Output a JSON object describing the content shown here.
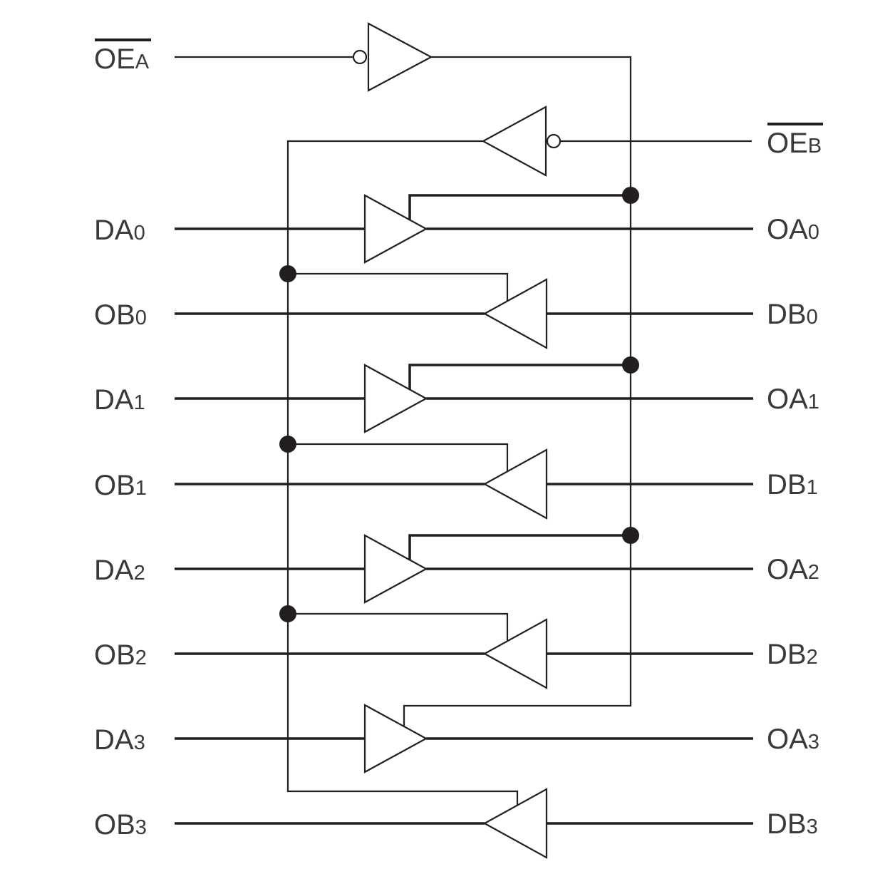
{
  "diagram": {
    "type": "logic-schematic",
    "description": "4-bit bidirectional tri-state buffer",
    "enables": [
      {
        "id": "oea",
        "main": "OE",
        "sub": "A",
        "active_low": true,
        "drives": "A-direction buffers"
      },
      {
        "id": "oeb",
        "main": "OE",
        "sub": "B",
        "active_low": true,
        "drives": "B-direction buffers"
      }
    ],
    "left_pins": [
      {
        "main": "DA",
        "sub": "0"
      },
      {
        "main": "OB",
        "sub": "0"
      },
      {
        "main": "DA",
        "sub": "1"
      },
      {
        "main": "OB",
        "sub": "1"
      },
      {
        "main": "DA",
        "sub": "2"
      },
      {
        "main": "OB",
        "sub": "2"
      },
      {
        "main": "DA",
        "sub": "3"
      },
      {
        "main": "OB",
        "sub": "3"
      }
    ],
    "right_pins": [
      {
        "main": "OA",
        "sub": "0"
      },
      {
        "main": "DB",
        "sub": "0"
      },
      {
        "main": "OA",
        "sub": "1"
      },
      {
        "main": "DB",
        "sub": "1"
      },
      {
        "main": "OA",
        "sub": "2"
      },
      {
        "main": "DB",
        "sub": "2"
      },
      {
        "main": "OA",
        "sub": "3"
      },
      {
        "main": "DB",
        "sub": "3"
      }
    ],
    "buffers": [
      {
        "name": "buffer-a0",
        "input": "DA0",
        "output": "OA0",
        "direction": "right",
        "enable": "OEA"
      },
      {
        "name": "buffer-b0",
        "input": "DB0",
        "output": "OB0",
        "direction": "left",
        "enable": "OEB"
      },
      {
        "name": "buffer-a1",
        "input": "DA1",
        "output": "OA1",
        "direction": "right",
        "enable": "OEA"
      },
      {
        "name": "buffer-b1",
        "input": "DB1",
        "output": "OB1",
        "direction": "left",
        "enable": "OEB"
      },
      {
        "name": "buffer-a2",
        "input": "DA2",
        "output": "OA2",
        "direction": "right",
        "enable": "OEA"
      },
      {
        "name": "buffer-b2",
        "input": "DB2",
        "output": "OB2",
        "direction": "left",
        "enable": "OEB"
      },
      {
        "name": "buffer-a3",
        "input": "DA3",
        "output": "OA3",
        "direction": "right",
        "enable": "OEA"
      },
      {
        "name": "buffer-b3",
        "input": "DB3",
        "output": "OB3",
        "direction": "left",
        "enable": "OEB"
      }
    ],
    "colors": {
      "ink": "#231f20",
      "label": "#3a3a3a",
      "background": "#ffffff"
    }
  }
}
